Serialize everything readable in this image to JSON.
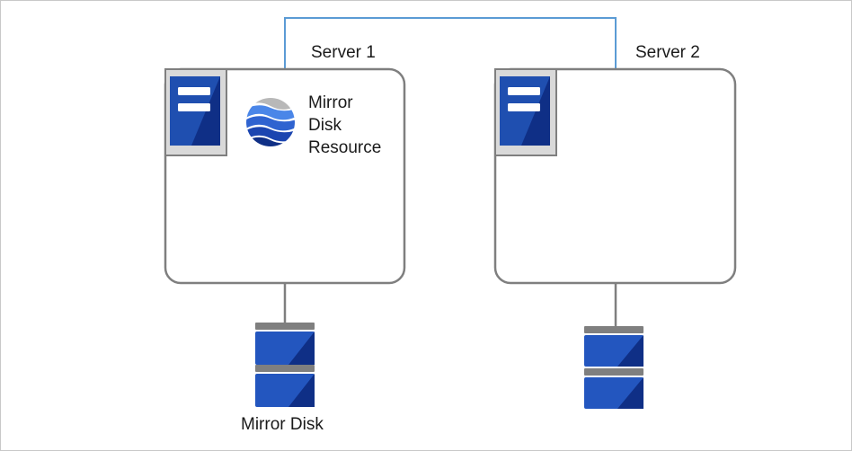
{
  "server1": {
    "label": "Server 1"
  },
  "server2": {
    "label": "Server 2"
  },
  "mirror_resource": {
    "line1": "Mirror",
    "line2": "Disk",
    "line3": "Resource",
    "icon": "mirror-disk-resource-icon"
  },
  "disk1": {
    "label": "Mirror Disk",
    "icon": "disk-icon"
  },
  "disk2": {
    "icon": "disk-icon"
  },
  "icons": {
    "server": "server-icon",
    "disk": "disk-icon"
  },
  "colors": {
    "network_line": "#5b9bd5",
    "box_border": "#7f7f7f",
    "server_blue": "#1f4fb0",
    "server_dark": "#0f2f86",
    "disk_blue": "#2356bf",
    "disk_cap": "#7f7f7f"
  }
}
